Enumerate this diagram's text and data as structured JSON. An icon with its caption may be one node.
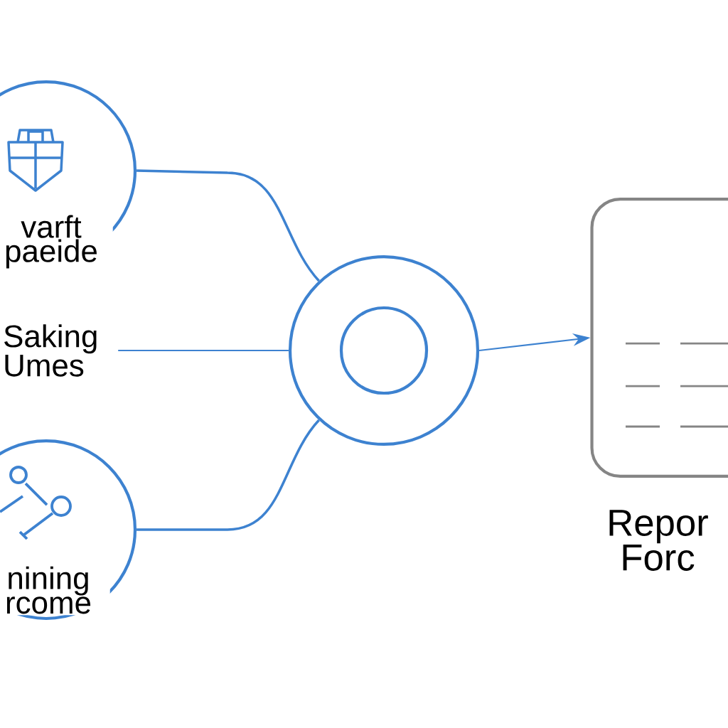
{
  "diagram": {
    "nodes": [
      {
        "text": [
          "varft paeide"
        ]
      },
      {
        "text": [
          "Saking Umes"
        ]
      },
      {
        "text": [
          "nining rcome"
        ]
      },
      {
        "text": [],
        "shape": "circle"
      },
      {
        "text": [
          "Repor Forc"
        ]
      }
    ],
    "edges": [
      {
        "from": 0,
        "to": 3,
        "arrow": "none"
      },
      {
        "from": 1,
        "to": 3,
        "arrow": "none"
      },
      {
        "from": 2,
        "to": 3,
        "arrow": "none"
      },
      {
        "from": 3,
        "to": 4,
        "arrow": "to"
      }
    ]
  }
}
